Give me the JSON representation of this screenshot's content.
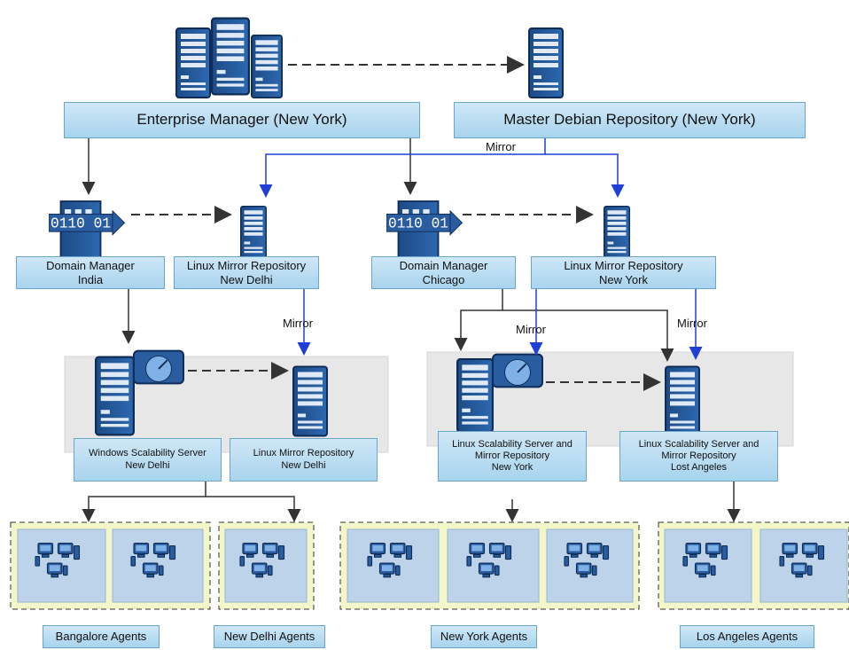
{
  "nodes": {
    "enterprise_manager": "Enterprise Manager (New York)",
    "master_repo": "Master Debian Repository (New York)",
    "dm_india": [
      "Domain Manager",
      "India"
    ],
    "mirror_new_delhi_top": [
      "Linux Mirror Repository",
      "New Delhi"
    ],
    "dm_chicago": [
      "Domain Manager",
      "Chicago"
    ],
    "mirror_new_york_top": [
      "Linux Mirror Repository",
      "New York"
    ],
    "win_scal_new_delhi": [
      "Windows Scalability Server",
      "New Delhi"
    ],
    "mirror_new_delhi_low": [
      "Linux Mirror Repository",
      "New Delhi"
    ],
    "lin_scal_new_york": [
      "Linux Scalability Server and",
      "Mirror Repository",
      "New York"
    ],
    "lin_scal_los_angeles": [
      "Linux Scalability Server and",
      "Mirror Repository",
      "Lost Angeles"
    ]
  },
  "mirror_labels": {
    "top": "Mirror",
    "new_delhi": "Mirror",
    "ny_left": "Mirror",
    "ny_right": "Mirror"
  },
  "agents": {
    "bangalore": "Bangalore Agents",
    "new_delhi": "New Delhi Agents",
    "new_york": "New York Agents",
    "los_angeles": "Los Angeles Agents"
  },
  "colors": {
    "server_dark": "#1f4e8c",
    "server_light": "#4a86c8",
    "label_fill": "#b7dcf2",
    "mirror_arrow": "#1f3fd6",
    "agent_zone_fill": "#f3f6c9"
  }
}
